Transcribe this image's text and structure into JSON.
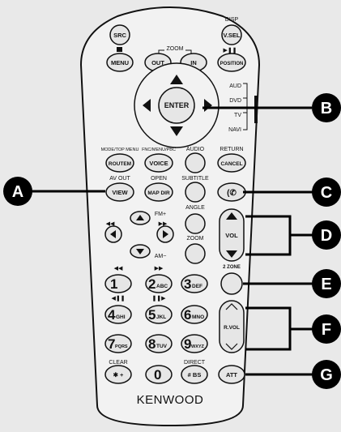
{
  "remote": {
    "top": {
      "disp": "DISP",
      "src": "SRC",
      "vsel": "V.SEL"
    },
    "zoom": {
      "label": "ZOOM",
      "menu": "MENU",
      "out": "OUT",
      "in": "IN",
      "position": "POSITION"
    },
    "nav": {
      "enter": "ENTER"
    },
    "modes": [
      "AUD",
      "DVD",
      "TV",
      "NAVI"
    ],
    "func": {
      "mode_top_menu": "MODE/TOP MENU",
      "routem": "ROUTEM",
      "fnc_menu_pbc": "FNC/MENU/PBC",
      "voice": "VOICE",
      "audio": "AUDIO",
      "return": "RETURN",
      "cancel": "CANCEL",
      "av_out": "AV OUT",
      "view": "VIEW",
      "open": "OPEN",
      "map_dir": "MAP DIR",
      "subtitle": "SUBTITLE"
    },
    "tuner": {
      "fm": "FM+",
      "am": "AM−",
      "angle": "ANGLE",
      "zoom": "ZOOM"
    },
    "vol": "VOL",
    "two_zone": "2 ZONE",
    "rvol": "R.VOL",
    "att": "ATT",
    "keys": [
      {
        "n": "1",
        "s": ""
      },
      {
        "n": "2",
        "s": "ABC"
      },
      {
        "n": "3",
        "s": "DEF"
      },
      {
        "n": "4",
        "s": "GHI"
      },
      {
        "n": "5",
        "s": "JKL"
      },
      {
        "n": "6",
        "s": "MNO"
      },
      {
        "n": "7",
        "s": "PQRS"
      },
      {
        "n": "8",
        "s": "TUV"
      },
      {
        "n": "9",
        "s": "WXYZ"
      }
    ],
    "clear": "CLEAR",
    "star": "✱ +",
    "zero": "0",
    "direct": "DIRECT",
    "hash_bs": "# BS",
    "brand": "KENWOOD"
  },
  "callouts": [
    "A",
    "B",
    "C",
    "D",
    "E",
    "F",
    "G"
  ],
  "colors": {
    "body": "#f2f2f2",
    "button": "#e6e6e6",
    "outline": "#111111",
    "callout": "#000000",
    "background": "#e9e9e9"
  }
}
